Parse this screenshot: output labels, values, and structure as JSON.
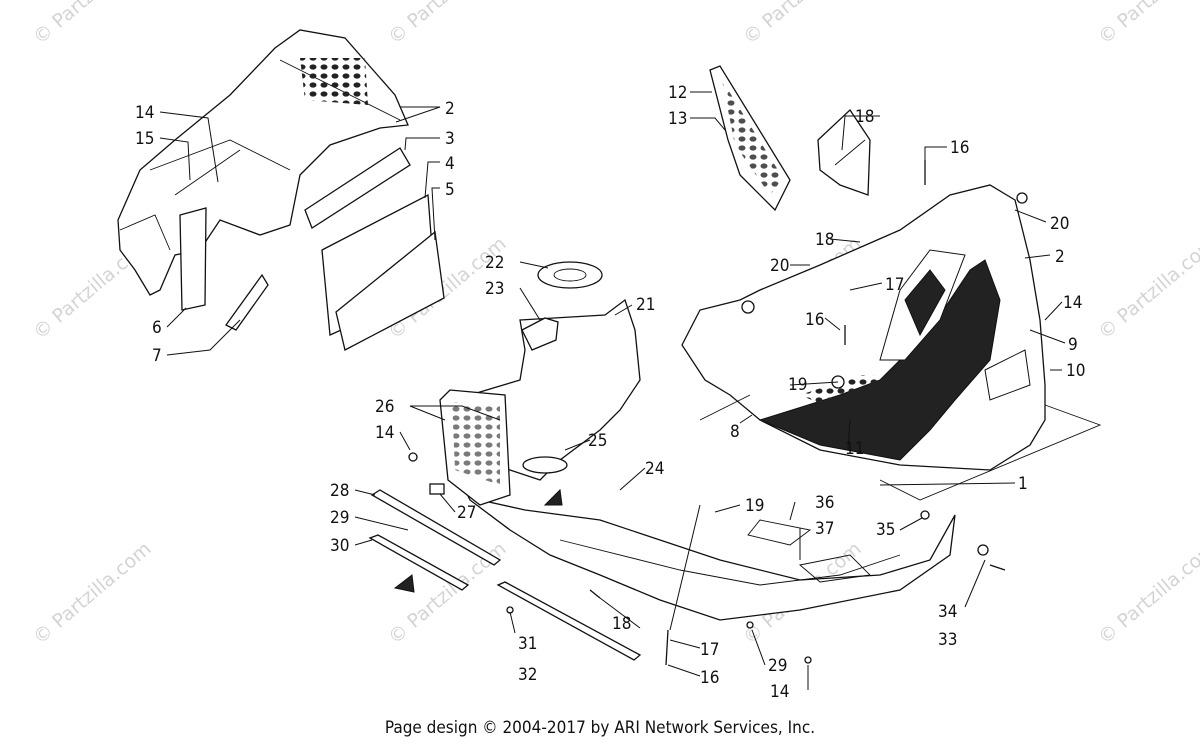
{
  "watermark": {
    "text": "© Partzilla.com"
  },
  "footer": {
    "text": "Page design © 2004-2017 by ARI Network Services, Inc."
  },
  "callouts": [
    "1",
    "2",
    "2",
    "3",
    "4",
    "5",
    "6",
    "7",
    "8",
    "9",
    "10",
    "11",
    "12",
    "13",
    "14",
    "14",
    "14",
    "14",
    "15",
    "16",
    "16",
    "16",
    "17",
    "17",
    "18",
    "18",
    "18",
    "19",
    "19",
    "20",
    "20",
    "21",
    "22",
    "23",
    "24",
    "25",
    "26",
    "27",
    "28",
    "29",
    "29",
    "30",
    "31",
    "32",
    "33",
    "34",
    "35",
    "36",
    "37"
  ]
}
